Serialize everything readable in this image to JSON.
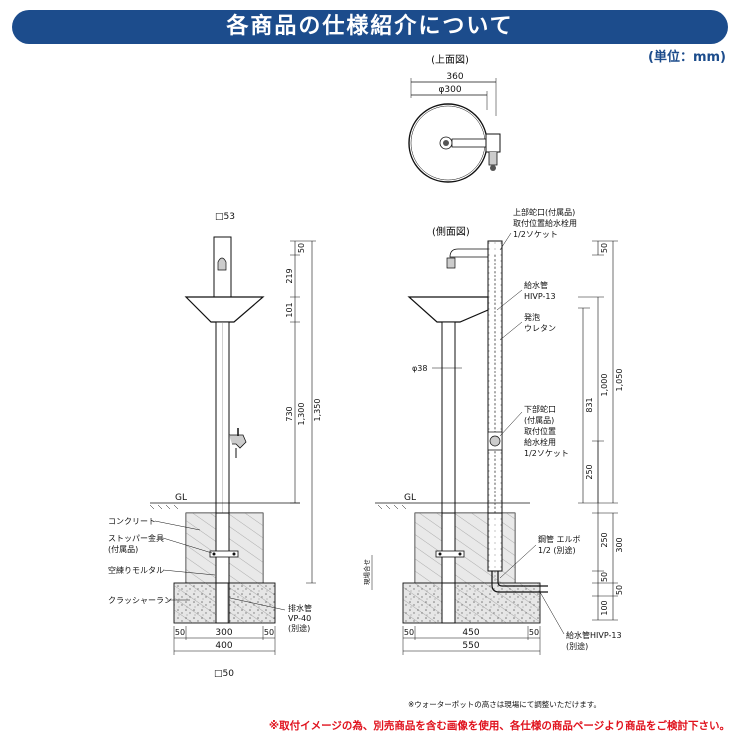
{
  "header": {
    "title": "各商品の仕様紹介について"
  },
  "unit_label": "(単位：mm)",
  "top_view": {
    "title": "(上面図)",
    "dim_outer": "360",
    "dim_diameter": "φ300"
  },
  "front_view": {
    "post_top": "□53",
    "post_bottom": "□50",
    "dims_right": [
      "50",
      "219",
      "101",
      "730",
      "1,300",
      "1,350"
    ],
    "dims_bottom_top": [
      "50",
      "300",
      "50"
    ],
    "dims_bottom_total": "400",
    "gl": "GL",
    "labels": {
      "concrete": "コンクリート",
      "stopper_line1": "ストッパー金具",
      "stopper_line2": "(付属品)",
      "mortar": "空練りモルタル",
      "crusher": "クラッシャーラン",
      "drain_line1": "排水管",
      "drain_line2": "VP-40",
      "drain_line3": "(別途)"
    }
  },
  "side_view": {
    "title": "(側面図)",
    "pipe_diameter": "φ38",
    "gl": "GL",
    "grade_label": "現場合せ",
    "labels": {
      "upper_tap_1": "上部蛇口(付属品)",
      "upper_tap_2": "取付位置給水栓用",
      "upper_tap_3": "1/2ソケット",
      "supply_pipe_1": "給水管",
      "supply_pipe_2": "HIVP-13",
      "foam_1": "発泡",
      "foam_2": "ウレタン",
      "lower_tap_1": "下部蛇口",
      "lower_tap_2": "(付属品)",
      "lower_tap_3": "取付位置",
      "lower_tap_4": "給水栓用",
      "lower_tap_5": "1/2ソケット",
      "elbow_1": "鋼管 エルボ",
      "elbow_2": "1/2 (別途)",
      "supply_bottom_1": "給水管HIVP-13",
      "supply_bottom_2": "(別途)"
    },
    "dims_right": [
      "50",
      "1,000",
      "1,050",
      "831",
      "250",
      "250",
      "300",
      "50",
      "50",
      "100"
    ],
    "dims_bottom_top": [
      "50",
      "450",
      "50"
    ],
    "dims_bottom_total": "550"
  },
  "footnote": "※ウォーターポットの高さは現場にて調整いただけます。",
  "bottom_note": "※取付イメージの為、別売商品を含む画像を使用、各仕様の商品ページより商品をご検討下さい。"
}
